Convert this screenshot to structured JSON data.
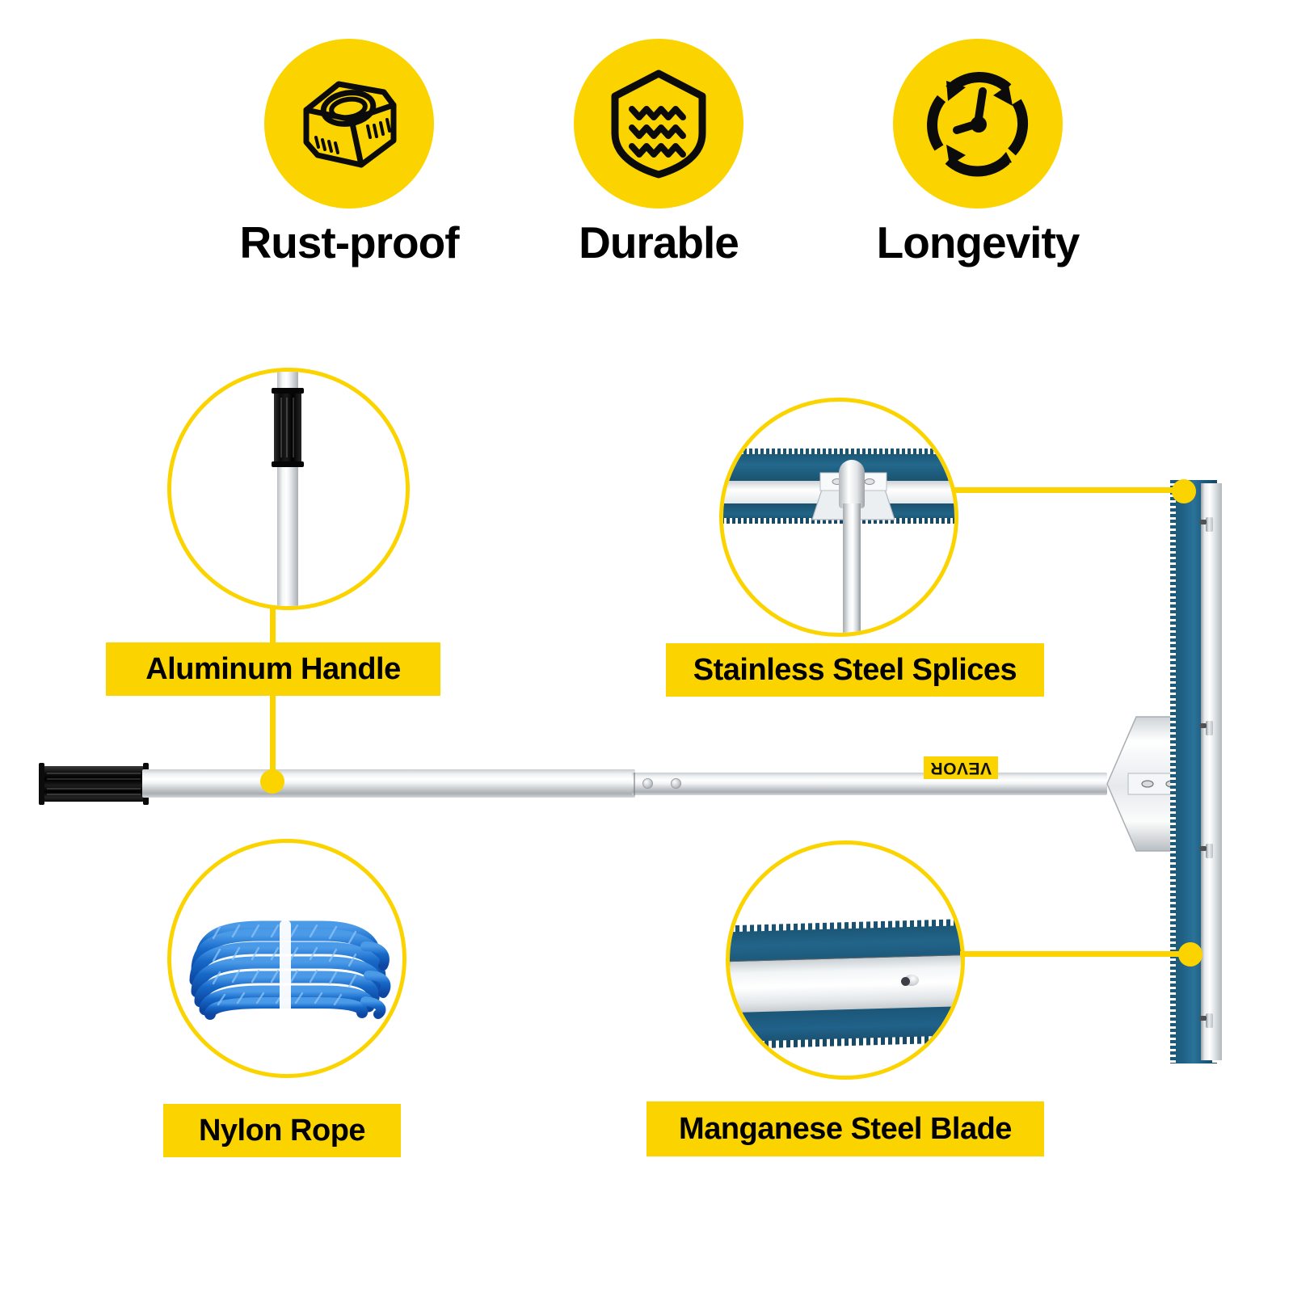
{
  "colors": {
    "accent_yellow": "#FBD400",
    "blade_teal": "#1F6185",
    "metal_silver": "#E9ECEE",
    "rope_blue": "#1769C8",
    "text_black": "#000000",
    "background": "#FFFFFF"
  },
  "features": [
    {
      "icon": "hex-nut-icon",
      "label": "Rust-proof"
    },
    {
      "icon": "shield-waves-icon",
      "label": "Durable"
    },
    {
      "icon": "clock-refresh-icon",
      "label": "Longevity"
    }
  ],
  "callouts": [
    {
      "id": "aluminum-handle",
      "label": "Aluminum Handle",
      "detail_image": "aluminum-handle-closeup",
      "leader": "vertical-down-to-pole"
    },
    {
      "id": "stainless-steel-splices",
      "label": "Stainless Steel Splices",
      "detail_image": "stainless-steel-splice-closeup",
      "leader": "horizontal-right-to-blade-top"
    },
    {
      "id": "nylon-rope",
      "label": "Nylon Rope",
      "detail_image": "blue-nylon-rope-coil",
      "leader": "none"
    },
    {
      "id": "manganese-steel-blade",
      "label": "Manganese Steel Blade",
      "detail_image": "manganese-steel-blade-closeup",
      "leader": "horizontal-right-to-blade-bottom"
    }
  ],
  "product": {
    "name": "roof snow rake",
    "brand_logo": "VEVOR",
    "parts": {
      "grip": "black ribbed rubber grip",
      "pole": "telescoping aluminum pole",
      "bracket": "stainless steel splice bracket",
      "blade": "teal manganese steel serrated blade"
    }
  }
}
